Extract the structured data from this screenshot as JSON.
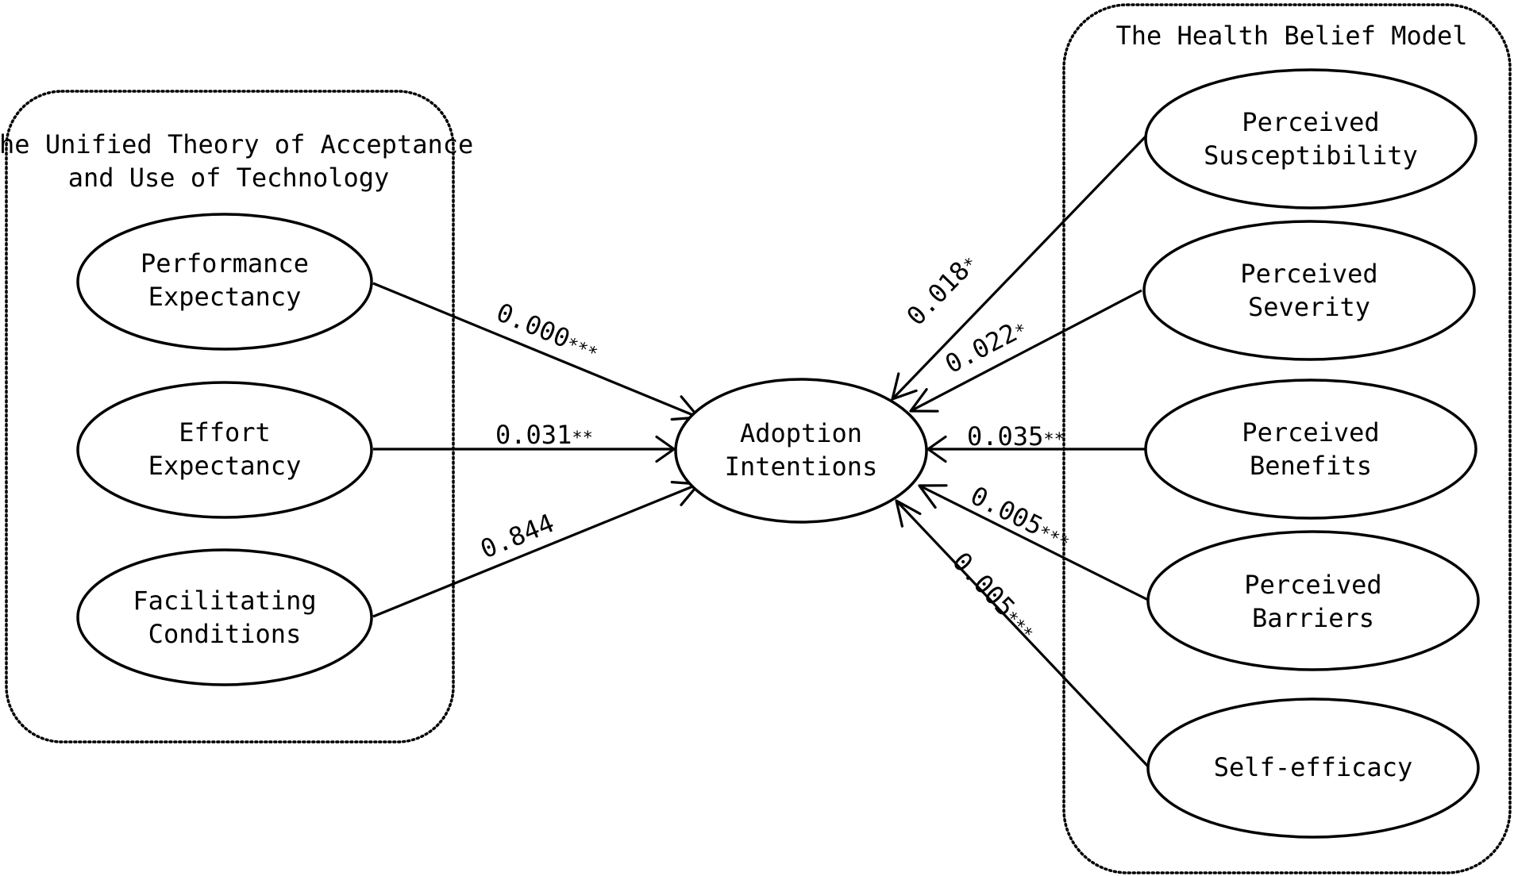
{
  "groups": {
    "utaut": {
      "title_line1": "the Unified Theory of Acceptance",
      "title_line2": "and Use of Technology"
    },
    "hbm": {
      "title": "The Health Belief Model"
    }
  },
  "nodes": {
    "performance_expectancy": {
      "line1": "Performance",
      "line2": "Expectancy"
    },
    "effort_expectancy": {
      "line1": "Effort",
      "line2": "Expectancy"
    },
    "facilitating_conditions": {
      "line1": "Facilitating",
      "line2": "Conditions"
    },
    "adoption_intentions": {
      "line1": "Adoption",
      "line2": "Intentions"
    },
    "perceived_susceptibility": {
      "line1": "Perceived",
      "line2": "Susceptibility"
    },
    "perceived_severity": {
      "line1": "Perceived",
      "line2": "Severity"
    },
    "perceived_benefits": {
      "line1": "Perceived",
      "line2": "Benefits"
    },
    "perceived_barriers": {
      "line1": "Perceived",
      "line2": "Barriers"
    },
    "self_efficacy": {
      "line1": "Self-efficacy"
    }
  },
  "edges": {
    "performance_expectancy": {
      "value": "0.000",
      "stars": "***"
    },
    "effort_expectancy": {
      "value": "0.031",
      "stars": "**"
    },
    "facilitating_conditions": {
      "value": "0.844",
      "stars": ""
    },
    "perceived_susceptibility": {
      "value": "0.018",
      "stars": "*"
    },
    "perceived_severity": {
      "value": "0.022",
      "stars": "*"
    },
    "perceived_benefits": {
      "value": "0.035",
      "stars": "**"
    },
    "perceived_barriers": {
      "value": "0.005",
      "stars": "***"
    },
    "self_efficacy": {
      "value": "0.005",
      "stars": "***"
    }
  }
}
